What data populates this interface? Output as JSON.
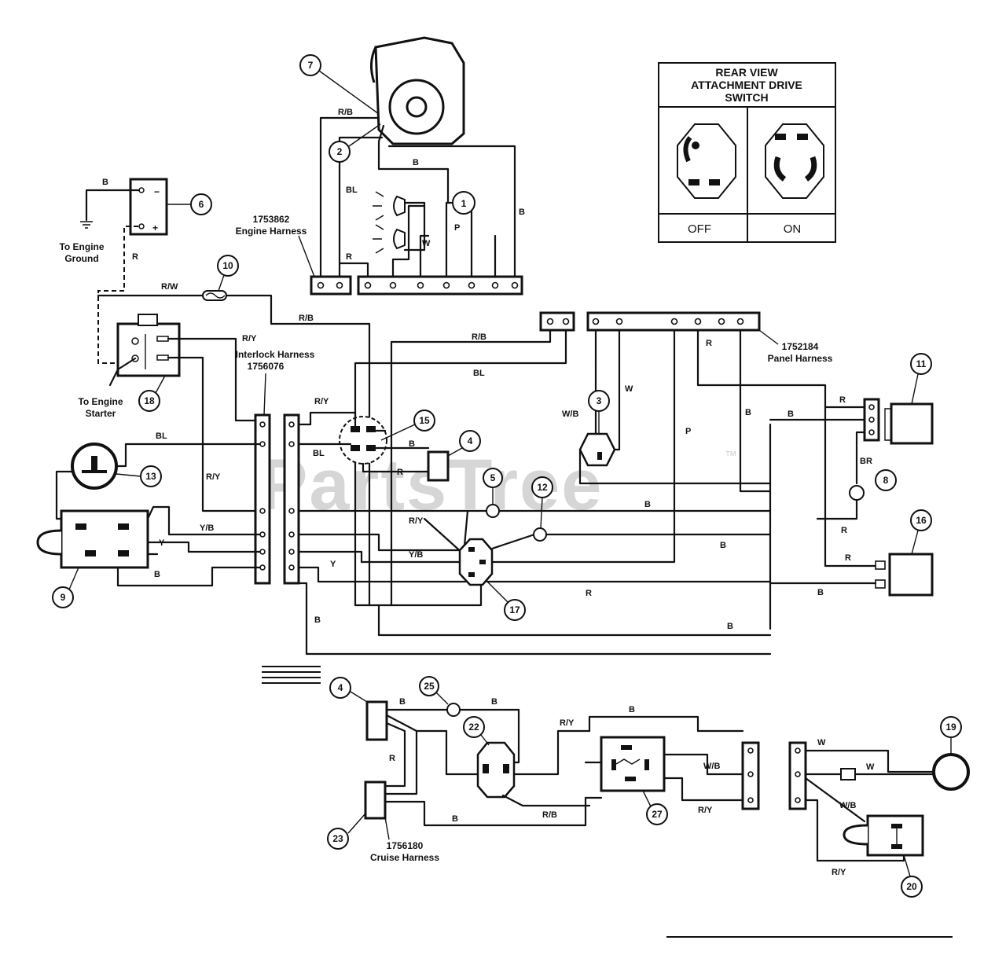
{
  "rear_view": {
    "title_lines": [
      "REAR VIEW",
      "ATTACHMENT DRIVE",
      "SWITCH"
    ],
    "off_label": "OFF",
    "on_label": "ON"
  },
  "watermark": "PartsTree",
  "watermark_mark": "™",
  "harness_labels": {
    "engine_number": "1753862",
    "engine_name": "Engine Harness",
    "interlock_name": "Interlock Harness",
    "interlock_number": "1756076",
    "panel_number": "1752184",
    "panel_name": "Panel Harness",
    "cruise_number": "1756180",
    "cruise_name": "Cruise Harness"
  },
  "notes": {
    "engine_ground_l1": "To Engine",
    "engine_ground_l2": "Ground",
    "engine_starter_l1": "To Engine",
    "engine_starter_l2": "Starter",
    "battery_minus": "−",
    "battery_plus": "+"
  },
  "callouts": {
    "c1": "1",
    "c2": "2",
    "c3": "3",
    "c4a": "4",
    "c4b": "4",
    "c5": "5",
    "c6": "6",
    "c7": "7",
    "c8": "8",
    "c9": "9",
    "c10": "10",
    "c11": "11",
    "c12": "12",
    "c13": "13",
    "c15": "15",
    "c16": "16",
    "c17": "17",
    "c18": "18",
    "c19": "19",
    "c20": "20",
    "c22": "22",
    "c23": "23",
    "c25": "25",
    "c27": "27"
  },
  "wire_labels": {
    "w_rb_engine": "R/B",
    "w_b_top": "B",
    "w_bl_engine": "BL",
    "w_b_right_engine": "B",
    "w_p_engine": "P",
    "w_w_lamp": "W",
    "w_r_harness": "R",
    "w_b_batt": "B",
    "w_r_batt": "R",
    "w_rw": "R/W",
    "w_rb_mid": "R/B",
    "w_ry_solenoid": "R/Y",
    "w_rb_panel": "R/B",
    "w_bl_panel": "BL",
    "w_r_panel": "R",
    "w_ry_interlock": "R/Y",
    "w_bl_interlock": "BL",
    "w_b_switch": "B",
    "w_r_switch": "R",
    "w_wb_seat": "W/B",
    "w_w_seat": "W",
    "w_p_right": "P",
    "w_b_right1": "B",
    "w_b_right2": "B",
    "w_r_right": "R",
    "w_br": "BR",
    "w_r_right2": "R",
    "w_bl_left": "BL",
    "w_ry_left": "R/Y",
    "w_yb_left": "Y/B",
    "w_y_left": "Y",
    "w_b_left": "B",
    "w_b_mid1": "B",
    "w_ry_mid": "R/Y",
    "w_yb_mid": "Y/B",
    "w_y_mid": "Y",
    "w_b_mid2": "B",
    "w_r_mid": "R",
    "w_r_light": "R",
    "w_b_light": "B",
    "w_b_bottom": "B",
    "w_b_low": "B",
    "w_b_cruise1": "B",
    "w_b_cruise2": "B",
    "w_r_cruise": "R",
    "w_ry_cruise": "R/Y",
    "w_b_cruise3": "B",
    "w_wb_cruise": "W/B",
    "w_rb_cruise": "R/B",
    "w_ry_cruise2": "R/Y",
    "w_b_cruise4": "B",
    "w_w_motor1": "W",
    "w_w_motor2": "W",
    "w_wb_motor": "W/B",
    "w_ry_motor": "R/Y"
  }
}
